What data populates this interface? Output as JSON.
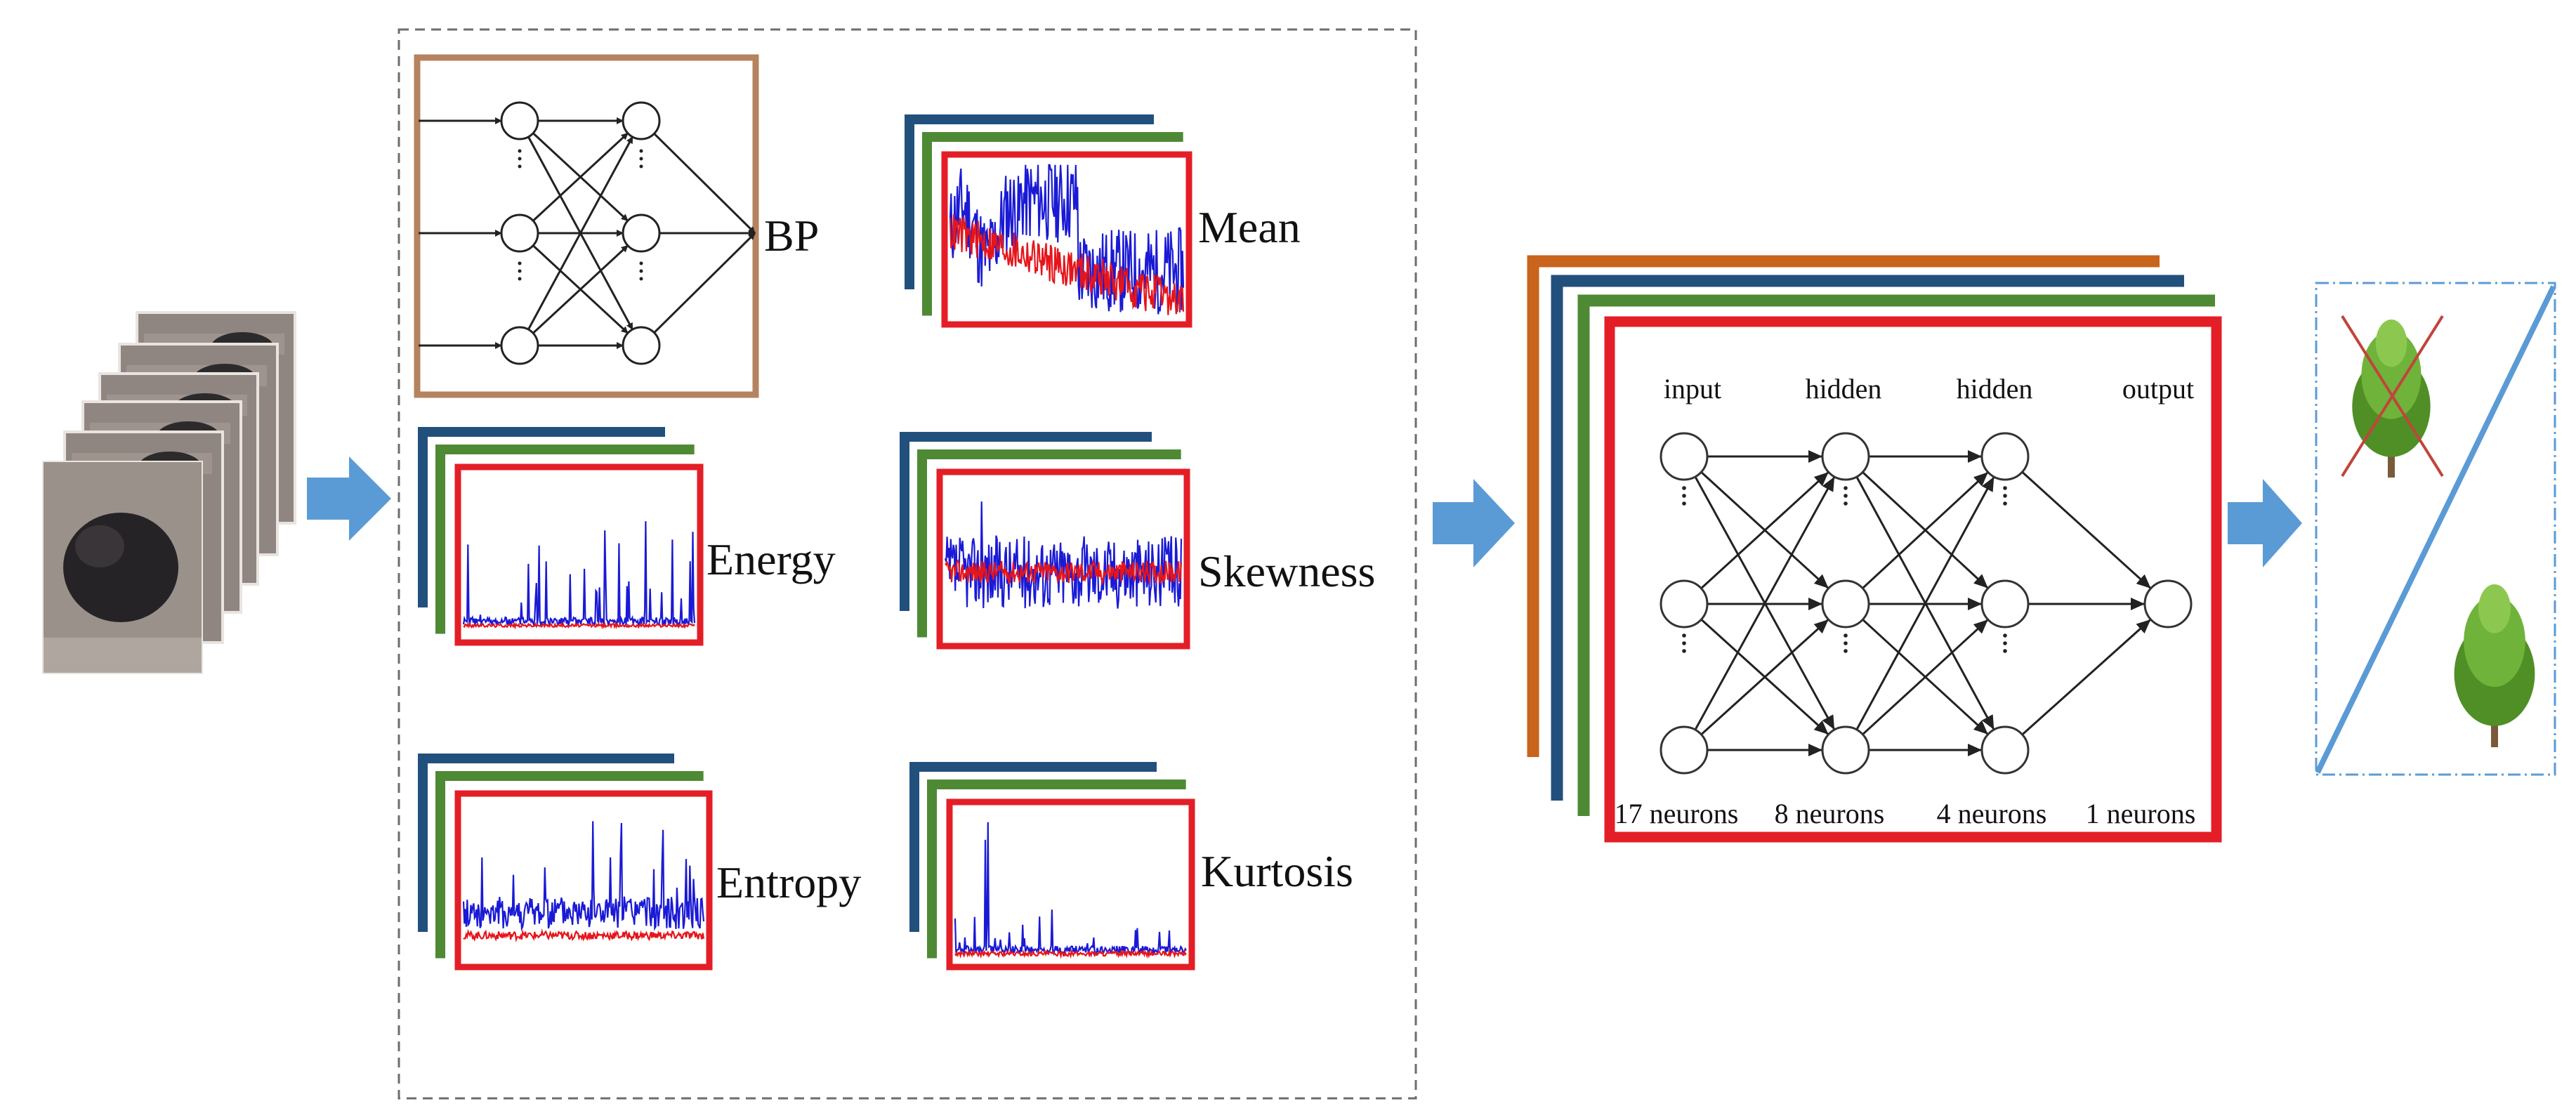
{
  "colors": {
    "bp_frame": "#b5835f",
    "series_blue": "#1a1ad6",
    "series_red": "#e6151b",
    "frame_red": "#e41e26",
    "stack_navy": "#22507c",
    "stack_green": "#4e8a34",
    "stack_orange": "#c8641c",
    "arrow_blue": "#5b9bd5",
    "dashed_border": "#6d6d6d",
    "tree_green": "#6fb33a",
    "cross_red": "#c0453b"
  },
  "input": {
    "description_icon": "aerial-image-patch-stack-icon"
  },
  "features": {
    "bp": {
      "label": "BP"
    },
    "mean": {
      "label": "Mean"
    },
    "energy": {
      "label": "Energy"
    },
    "skewness": {
      "label": "Skewness"
    },
    "entropy": {
      "label": "Entropy"
    },
    "kurtosis": {
      "label": "Kurtosis"
    }
  },
  "network": {
    "layers": [
      {
        "title": "input",
        "count": "17 neurons"
      },
      {
        "title": "hidden",
        "count": "8 neurons"
      },
      {
        "title": "hidden",
        "count": "4 neurons"
      },
      {
        "title": "output",
        "count": "1 neurons"
      }
    ]
  },
  "output": {
    "rejected_icon": "tree-crossed-icon",
    "accepted_icon": "tree-icon"
  }
}
